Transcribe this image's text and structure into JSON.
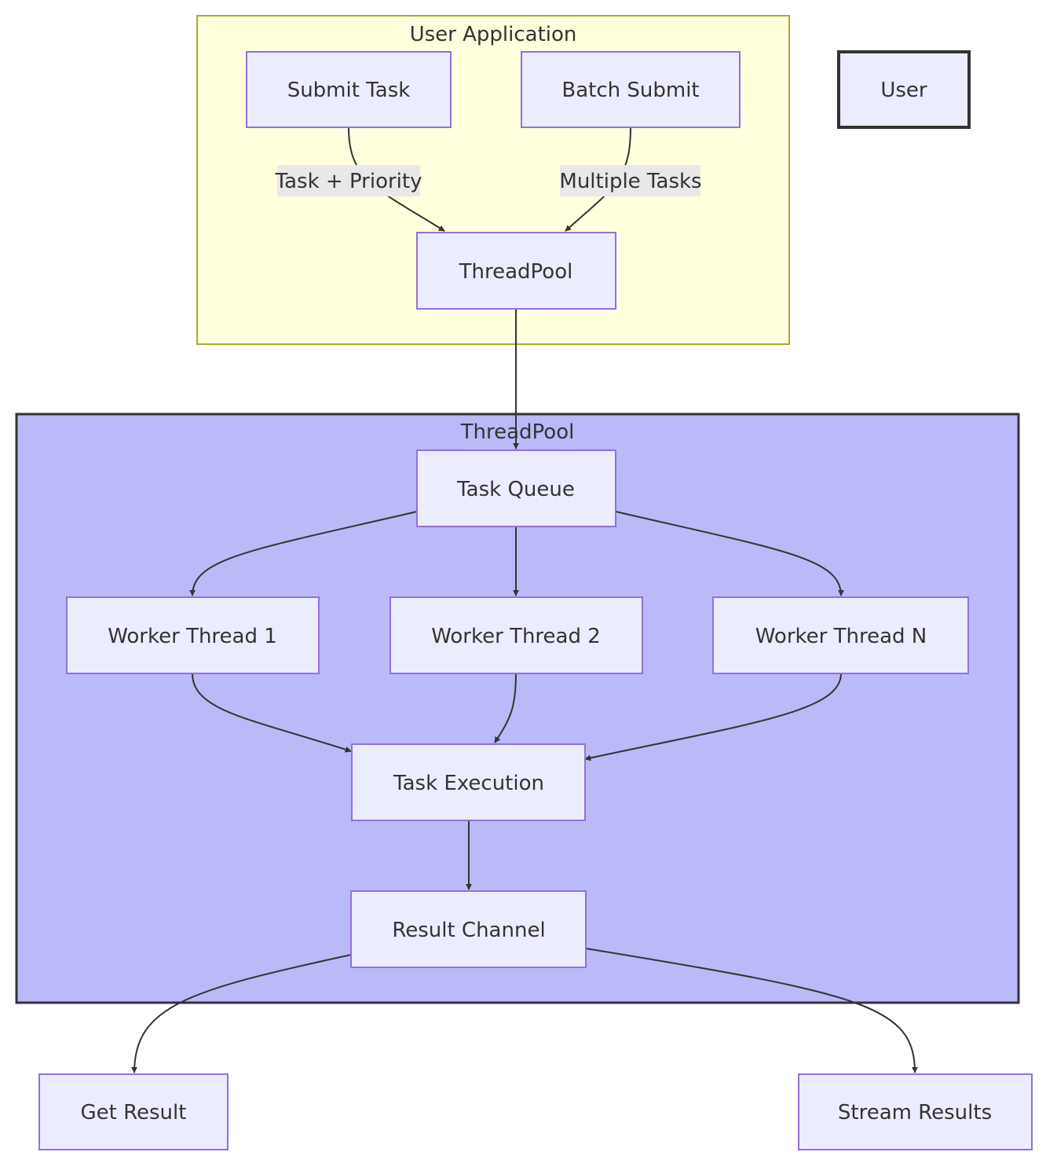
{
  "diagram": {
    "type": "flowchart",
    "clusters": {
      "user_app": {
        "title": "User Application"
      },
      "threadpool": {
        "title": "ThreadPool"
      }
    },
    "nodes": {
      "submit_task": "Submit Task",
      "batch_submit": "Batch Submit",
      "user": "User",
      "threadpool": "ThreadPool",
      "task_queue": "Task Queue",
      "worker1": "Worker Thread 1",
      "worker2": "Worker Thread 2",
      "workerN": "Worker Thread N",
      "task_execution": "Task Execution",
      "result_channel": "Result Channel",
      "get_result": "Get Result",
      "stream_results": "Stream Results"
    },
    "edge_labels": {
      "submit_to_pool": "Task + Priority",
      "batch_to_pool": "Multiple Tasks"
    },
    "colors": {
      "user_app_fill": "#ffffde",
      "user_app_stroke": "#aaaa33",
      "threadpool_fill": "#babaf9",
      "threadpool_stroke": "#333333",
      "node_fill": "#ececff",
      "node_stroke": "#9370db",
      "edge": "#333333",
      "edge_label_bg": "#e8e8e8"
    }
  }
}
